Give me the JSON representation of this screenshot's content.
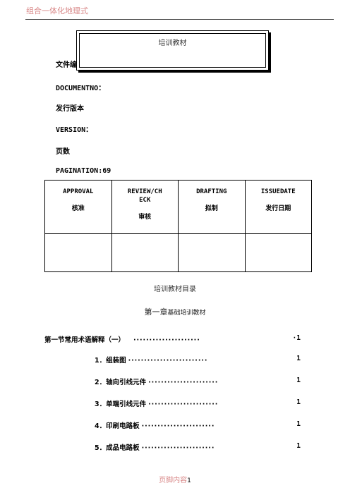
{
  "header": {
    "text": "组合一体化地理式"
  },
  "title_box": {
    "title": "培训教材"
  },
  "meta": {
    "file_label": "文件编",
    "document_no": "DOCUMENTNO：",
    "issue_version_cn": "发行版本",
    "version": "VERSION：",
    "pages_cn": "页数",
    "pagination": "PAGINATION:69"
  },
  "approval_table": {
    "columns": [
      {
        "en": "APPROVAL",
        "cn": "核准"
      },
      {
        "en": "REVIEW/CHECK",
        "cn": "审核"
      },
      {
        "en": "DRAFTING",
        "cn": "拟制"
      },
      {
        "en": "ISSUEDATE",
        "cn": "发行日期"
      }
    ]
  },
  "toc": {
    "heading": "培训教材目录",
    "chapter_prefix": "第一章",
    "chapter_suffix": "基础培训教材",
    "section": {
      "label": "第一节常用术语解释（一）",
      "dots": "·····················",
      "page": "·1"
    },
    "items": [
      {
        "label": "1．组装图",
        "dots": "·························",
        "page": "1"
      },
      {
        "label": "2．轴向引线元件",
        "dots": "······················",
        "page": "1"
      },
      {
        "label": "3．单端引线元件",
        "dots": "······················",
        "page": "1"
      },
      {
        "label": "4．印刷电路板",
        "dots": "·······················",
        "page": "1"
      },
      {
        "label": "5．成品电路板",
        "dots": "·······················",
        "page": "1"
      }
    ]
  },
  "footer": {
    "text": "页脚内容",
    "page": "1"
  }
}
